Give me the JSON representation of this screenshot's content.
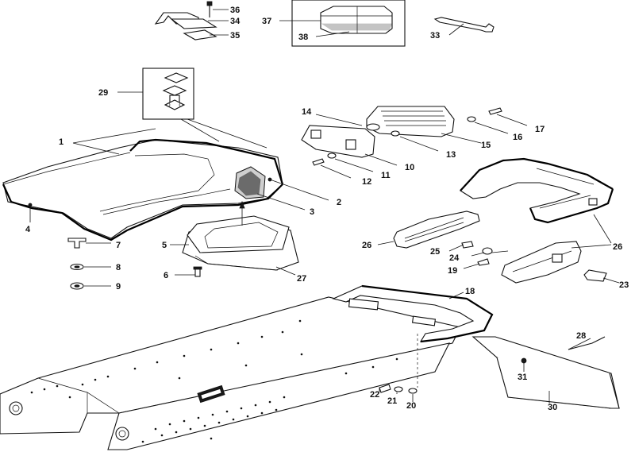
{
  "callouts": [
    {
      "id": "c1",
      "text": "1"
    },
    {
      "id": "c2",
      "text": "2"
    },
    {
      "id": "c3",
      "text": "3"
    },
    {
      "id": "c4",
      "text": "4"
    },
    {
      "id": "c5",
      "text": "5"
    },
    {
      "id": "c6",
      "text": "6"
    },
    {
      "id": "c7",
      "text": "7"
    },
    {
      "id": "c8",
      "text": "8"
    },
    {
      "id": "c9",
      "text": "9"
    },
    {
      "id": "c10",
      "text": "10"
    },
    {
      "id": "c11",
      "text": "11"
    },
    {
      "id": "c12",
      "text": "12"
    },
    {
      "id": "c13",
      "text": "13"
    },
    {
      "id": "c14",
      "text": "14"
    },
    {
      "id": "c15",
      "text": "15"
    },
    {
      "id": "c16",
      "text": "16"
    },
    {
      "id": "c17",
      "text": "17"
    },
    {
      "id": "c18",
      "text": "18"
    },
    {
      "id": "c19",
      "text": "19"
    },
    {
      "id": "c20",
      "text": "20"
    },
    {
      "id": "c21",
      "text": "21"
    },
    {
      "id": "c22",
      "text": "22"
    },
    {
      "id": "c23",
      "text": "23"
    },
    {
      "id": "c24",
      "text": "24"
    },
    {
      "id": "c25",
      "text": "25"
    },
    {
      "id": "c26a",
      "text": "26"
    },
    {
      "id": "c26b",
      "text": "26"
    },
    {
      "id": "c27",
      "text": "27"
    },
    {
      "id": "c28",
      "text": "28"
    },
    {
      "id": "c29",
      "text": "29"
    },
    {
      "id": "c30",
      "text": "30"
    },
    {
      "id": "c31",
      "text": "31"
    },
    {
      "id": "c33",
      "text": "33"
    },
    {
      "id": "c34",
      "text": "34"
    },
    {
      "id": "c35",
      "text": "35"
    },
    {
      "id": "c36",
      "text": "36"
    },
    {
      "id": "c37",
      "text": "37"
    },
    {
      "id": "c38",
      "text": "38"
    }
  ]
}
